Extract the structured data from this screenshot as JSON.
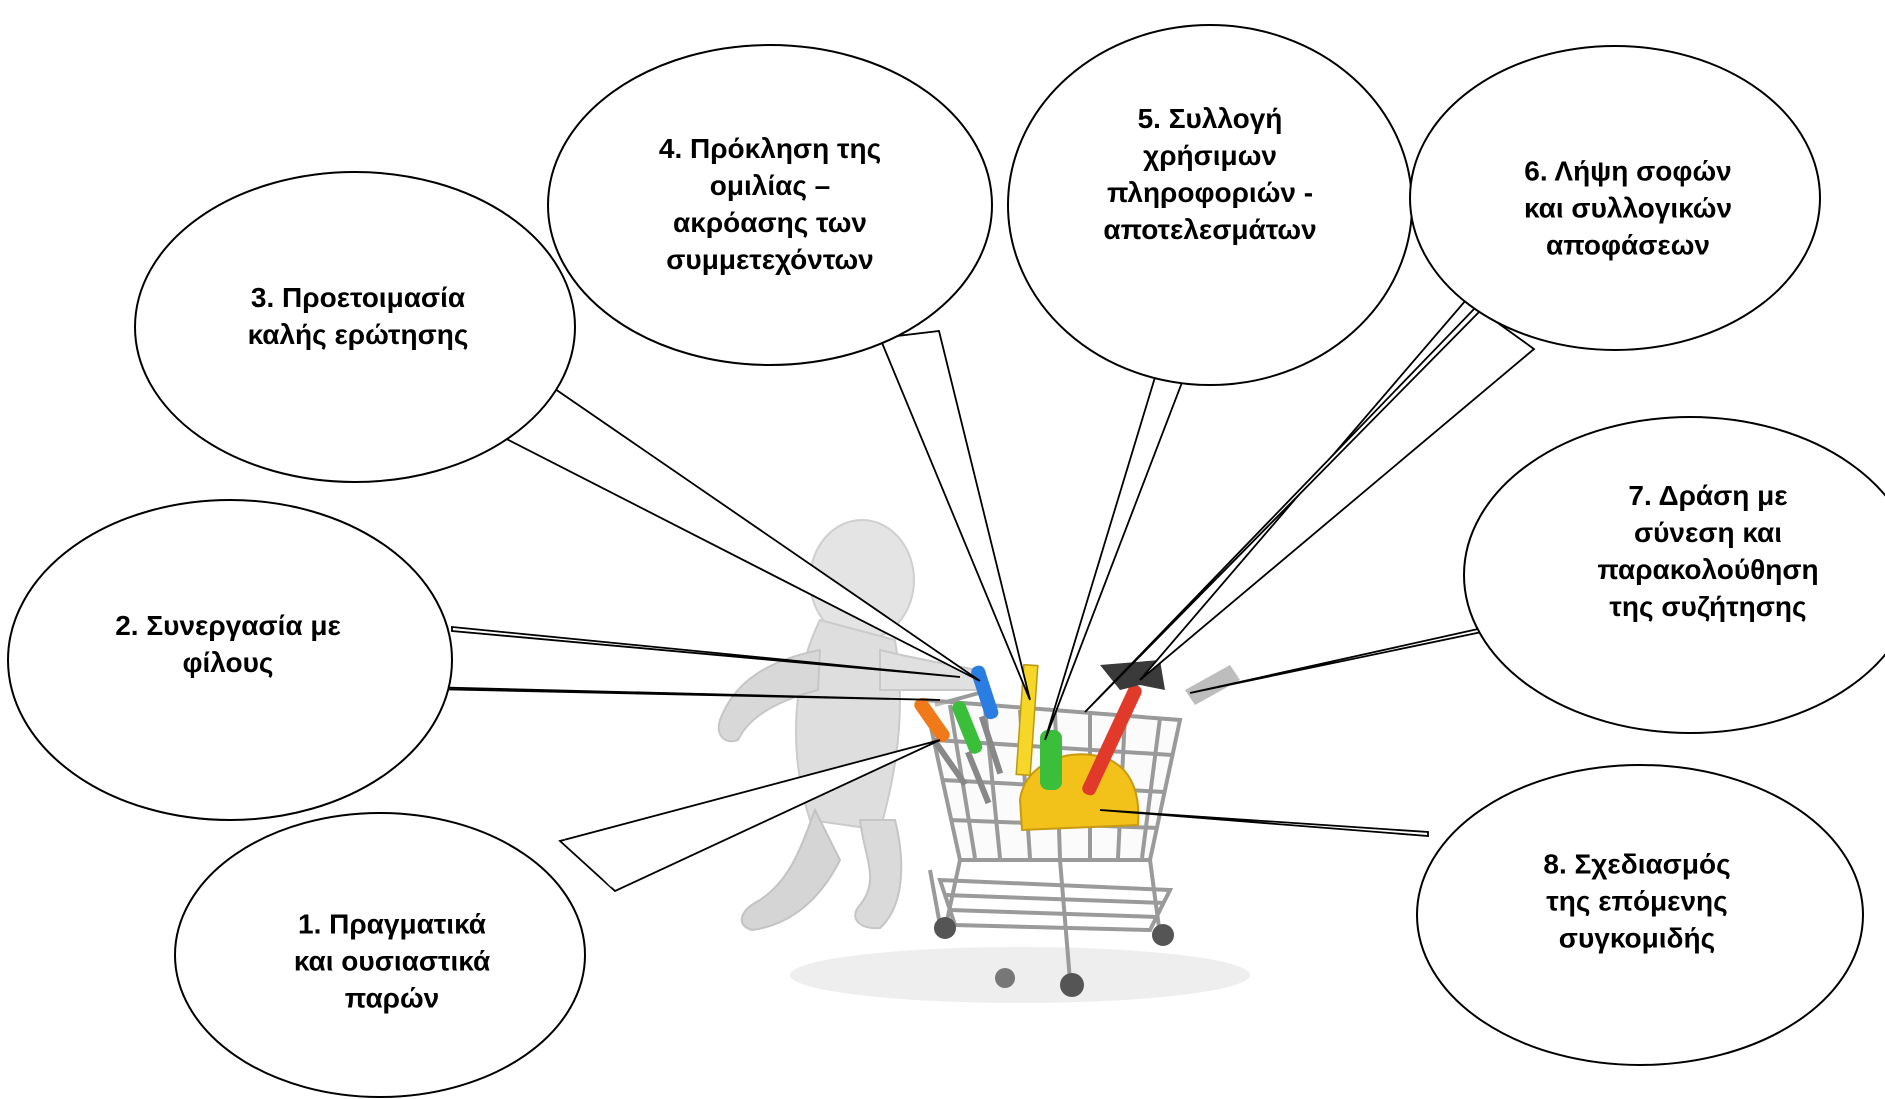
{
  "bubbles": [
    {
      "id": 1,
      "lines": [
        "1. Πραγματικά",
        "και ουσιαστικά",
        "παρών"
      ]
    },
    {
      "id": 2,
      "lines": [
        "2. Συνεργασία με",
        "φίλους"
      ]
    },
    {
      "id": 3,
      "lines": [
        "3. Προετοιμασία",
        "καλής ερώτησης"
      ]
    },
    {
      "id": 4,
      "lines": [
        "4. Πρόκληση της",
        "ομιλίας –",
        "ακρόασης των",
        "συμμετεχόντων"
      ]
    },
    {
      "id": 5,
      "lines": [
        "5. Συλλογή",
        "χρήσιμων",
        "πληροφοριών -",
        "αποτελεσμάτων"
      ]
    },
    {
      "id": 6,
      "lines": [
        "6. Λήψη σοφών",
        "και συλλογικών",
        "αποφάσεων"
      ]
    },
    {
      "id": 7,
      "lines": [
        "7. Δράση με",
        "σύνεση και",
        "παρακολούθηση",
        "της συζήτησης"
      ]
    },
    {
      "id": 8,
      "lines": [
        "8. Σχεδιασμός",
        "της επόμενης",
        "συγκομιδής"
      ]
    }
  ],
  "colors": {
    "outline": "#000000",
    "figure": "#dcdcdc",
    "cart": "#a8a8a8",
    "hard_hat": "#f2c21a",
    "hammer_handle": "#e23a2a",
    "screwdriver_blue": "#2a7de1",
    "screwdriver_orange": "#f07a1a",
    "screwdriver_green": "#3bbf3b",
    "ruler": "#f7d62a"
  }
}
